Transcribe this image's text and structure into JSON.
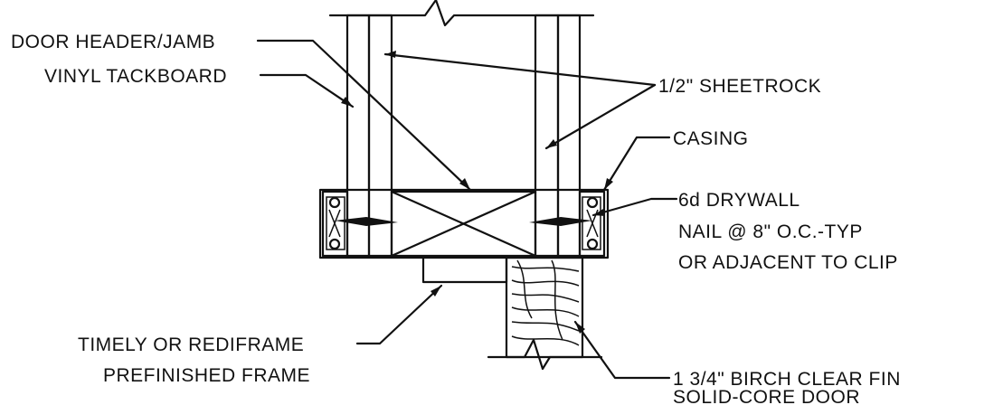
{
  "labels": {
    "door_header_jamb": "DOOR HEADER/JAMB",
    "vinyl_tackboard": "VINYL TACKBOARD",
    "sheetrock": "1/2\" SHEETROCK",
    "casing": "CASING",
    "nail_line1": "6d DRYWALL",
    "nail_line2": "NAIL @ 8\" O.C.-TYP",
    "nail_line3": "OR ADJACENT TO CLIP",
    "frame_line1": "TIMELY OR REDIFRAME",
    "frame_line2": "PREFINISHED FRAME",
    "door_line1": "1 3/4\" BIRCH CLEAR FIN",
    "door_line2": "SOLID-CORE DOOR"
  },
  "colors": {
    "ink": "#111111",
    "paper": "#ffffff"
  }
}
